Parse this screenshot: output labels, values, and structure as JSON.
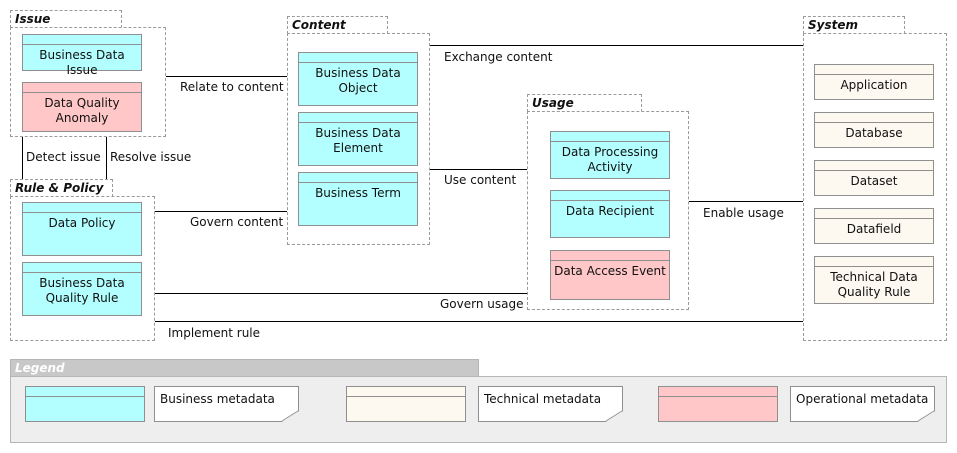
{
  "packages": {
    "issue": {
      "title": "Issue",
      "elements": [
        "Business Data Issue",
        "Data Quality Anomaly"
      ]
    },
    "content": {
      "title": "Content",
      "elements": [
        "Business Data Object",
        "Business Data Element",
        "Business Term"
      ]
    },
    "usage": {
      "title": "Usage",
      "elements": [
        "Data Processing Activity",
        "Data Recipient",
        "Data Access Event"
      ]
    },
    "system": {
      "title": "System",
      "elements": [
        "Application",
        "Database",
        "Dataset",
        "Datafield",
        "Technical Data Quality Rule"
      ]
    },
    "rule_policy": {
      "title": "Rule & Policy",
      "elements": [
        "Data Policy",
        "Business Data Quality Rule"
      ]
    }
  },
  "relations": {
    "exchange_content": "Exchange content",
    "relate_to_content": "Relate to content",
    "use_content": "Use content",
    "detect_issue": "Detect issue",
    "resolve_issue": "Resolve issue",
    "govern_content": "Govern content",
    "enable_usage": "Enable usage",
    "govern_usage": "Govern usage",
    "implement_rule": "Implement rule"
  },
  "legend": {
    "title": "Legend",
    "items": [
      {
        "label": "Business metadata",
        "color": "#b3ffff"
      },
      {
        "label": "Technical metadata",
        "color": "#fdf8f0"
      },
      {
        "label": "Operational metadata",
        "color": "#ffc7c7"
      }
    ]
  },
  "colors": {
    "business": "#b3ffff",
    "technical": "#fdf8f0",
    "operational": "#ffc7c7"
  }
}
